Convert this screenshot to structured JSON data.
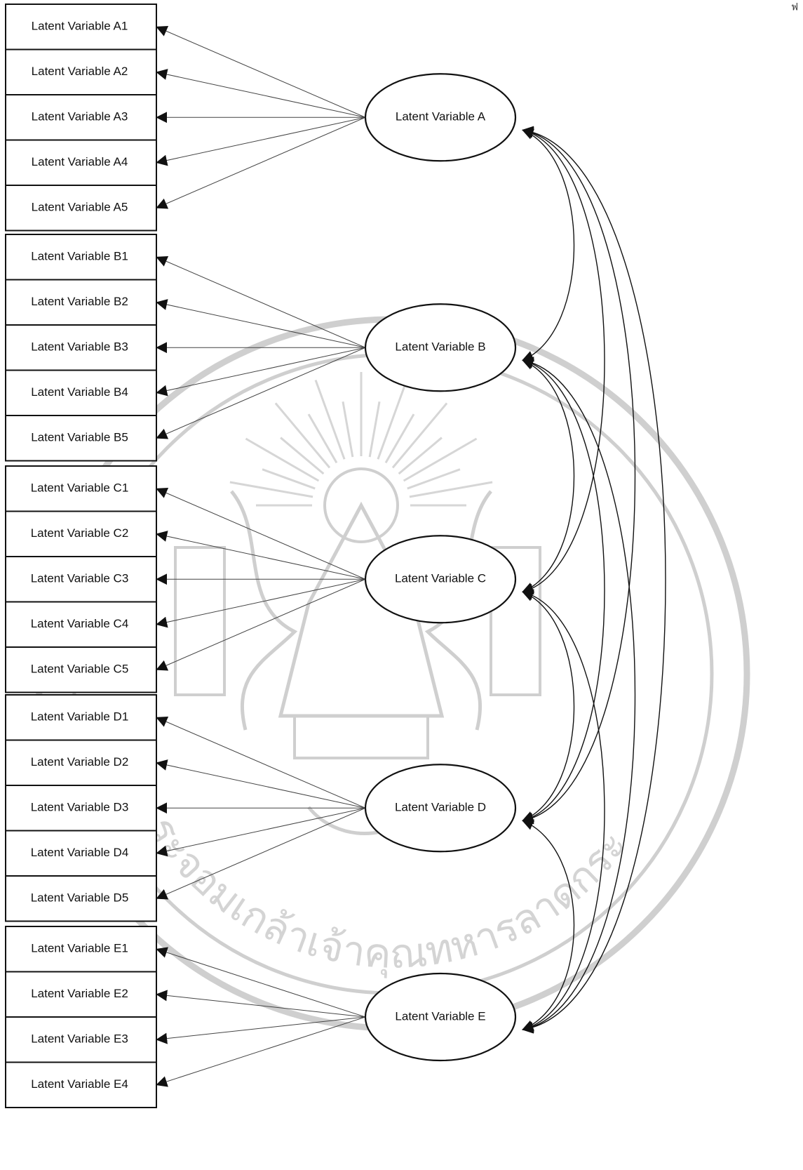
{
  "corner_mark": "ฟ",
  "watermark": {
    "emblem": "university-seal",
    "arc_text": "พระจอมเกล้าเจ้าคุณทหารลาดกระบัง"
  },
  "groups": [
    {
      "id": "A",
      "latent_label": "Latent Variable A",
      "indicators": [
        "Latent Variable A1",
        "Latent Variable A2",
        "Latent Variable A3",
        "Latent Variable A4",
        "Latent Variable A5"
      ]
    },
    {
      "id": "B",
      "latent_label": "Latent Variable B",
      "indicators": [
        "Latent Variable B1",
        "Latent Variable B2",
        "Latent Variable B3",
        "Latent Variable B4",
        "Latent Variable B5"
      ]
    },
    {
      "id": "C",
      "latent_label": "Latent Variable C",
      "indicators": [
        "Latent Variable C1",
        "Latent Variable C2",
        "Latent Variable C3",
        "Latent Variable C4",
        "Latent Variable C5"
      ]
    },
    {
      "id": "D",
      "latent_label": "Latent Variable D",
      "indicators": [
        "Latent Variable D1",
        "Latent Variable D2",
        "Latent Variable D3",
        "Latent Variable D4",
        "Latent Variable D5"
      ]
    },
    {
      "id": "E",
      "latent_label": "Latent Variable E",
      "indicators": [
        "Latent Variable E1",
        "Latent Variable E2",
        "Latent Variable E3",
        "Latent Variable E4"
      ]
    }
  ],
  "covariances": [
    [
      "A",
      "B"
    ],
    [
      "A",
      "C"
    ],
    [
      "A",
      "D"
    ],
    [
      "A",
      "E"
    ],
    [
      "B",
      "C"
    ],
    [
      "B",
      "D"
    ],
    [
      "B",
      "E"
    ],
    [
      "C",
      "D"
    ],
    [
      "C",
      "E"
    ],
    [
      "D",
      "E"
    ]
  ]
}
